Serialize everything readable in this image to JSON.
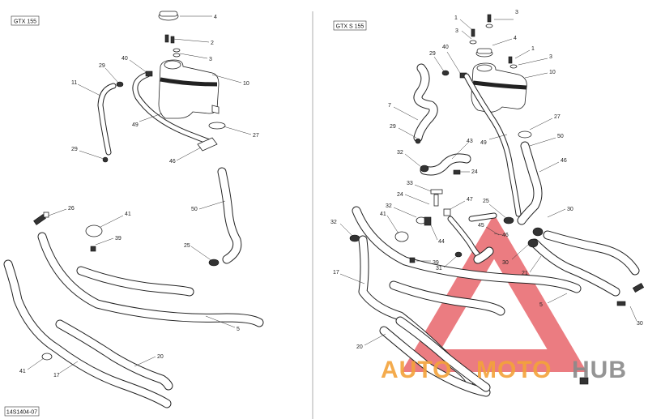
{
  "left_panel": {
    "model_label": "GTX 155",
    "figure_code": "14S1404-07",
    "callouts": [
      "4",
      "2",
      "3",
      "10",
      "40",
      "29",
      "11",
      "49",
      "27",
      "46",
      "29",
      "50",
      "25",
      "26",
      "41",
      "39",
      "5",
      "20",
      "17",
      "41"
    ]
  },
  "right_panel": {
    "model_label": "GTX S 155",
    "callouts": [
      "1",
      "3",
      "3",
      "4",
      "1",
      "3",
      "40",
      "29",
      "10",
      "7",
      "27",
      "29",
      "49",
      "50",
      "46",
      "43",
      "32",
      "24",
      "33",
      "24",
      "47",
      "25",
      "45",
      "32",
      "41",
      "44",
      "30",
      "46",
      "32",
      "39",
      "31",
      "30",
      "21",
      "17",
      "5",
      "30",
      "20"
    ]
  },
  "watermark": {
    "part1": "AUTO",
    "part2": "MOTO",
    "part3": "HUB",
    "color_red": "#e0323a",
    "color_orange": "#f3a33a",
    "color_gray": "#8a8a8a"
  }
}
